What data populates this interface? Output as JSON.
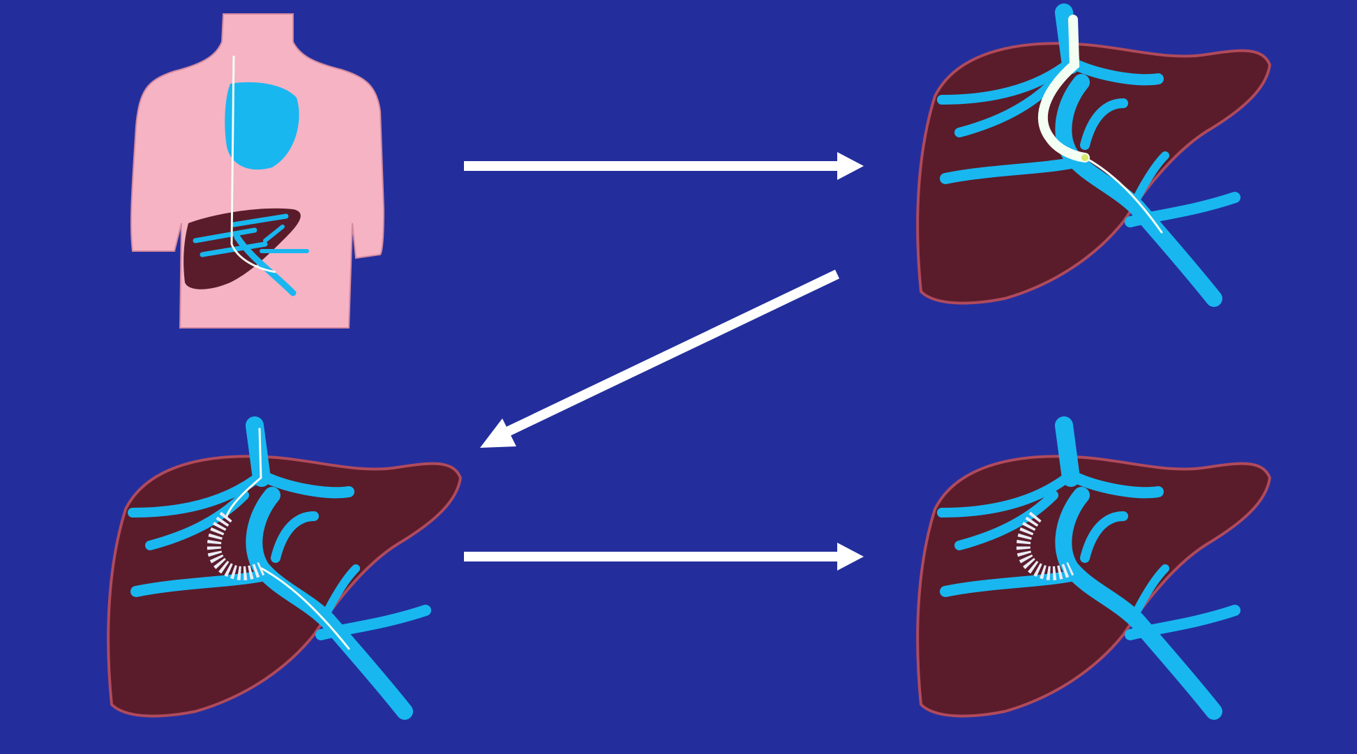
{
  "diagram": {
    "colors": {
      "background": "#232e9c",
      "skin": "#f5b3c4",
      "skin_outline": "#d48aa0",
      "liver": "#5a1c2a",
      "liver_outline": "#b04a5c",
      "vessel": "#19b7f0",
      "guidewire": "#f4fff4",
      "stent": "#ecebf6",
      "arrow": "#ffffff"
    },
    "panels": [
      {
        "id": "torso-overview",
        "icon": "torso-with-liver-icon"
      },
      {
        "id": "catheter-placement",
        "icon": "liver-with-catheter-icon"
      },
      {
        "id": "stent-deployment",
        "icon": "liver-with-stent-and-wire-icon"
      },
      {
        "id": "shunt-complete",
        "icon": "liver-with-stent-icon"
      }
    ],
    "arrows": [
      {
        "from": "torso-overview",
        "to": "catheter-placement"
      },
      {
        "from": "catheter-placement",
        "to": "stent-deployment"
      },
      {
        "from": "stent-deployment",
        "to": "shunt-complete"
      }
    ]
  }
}
